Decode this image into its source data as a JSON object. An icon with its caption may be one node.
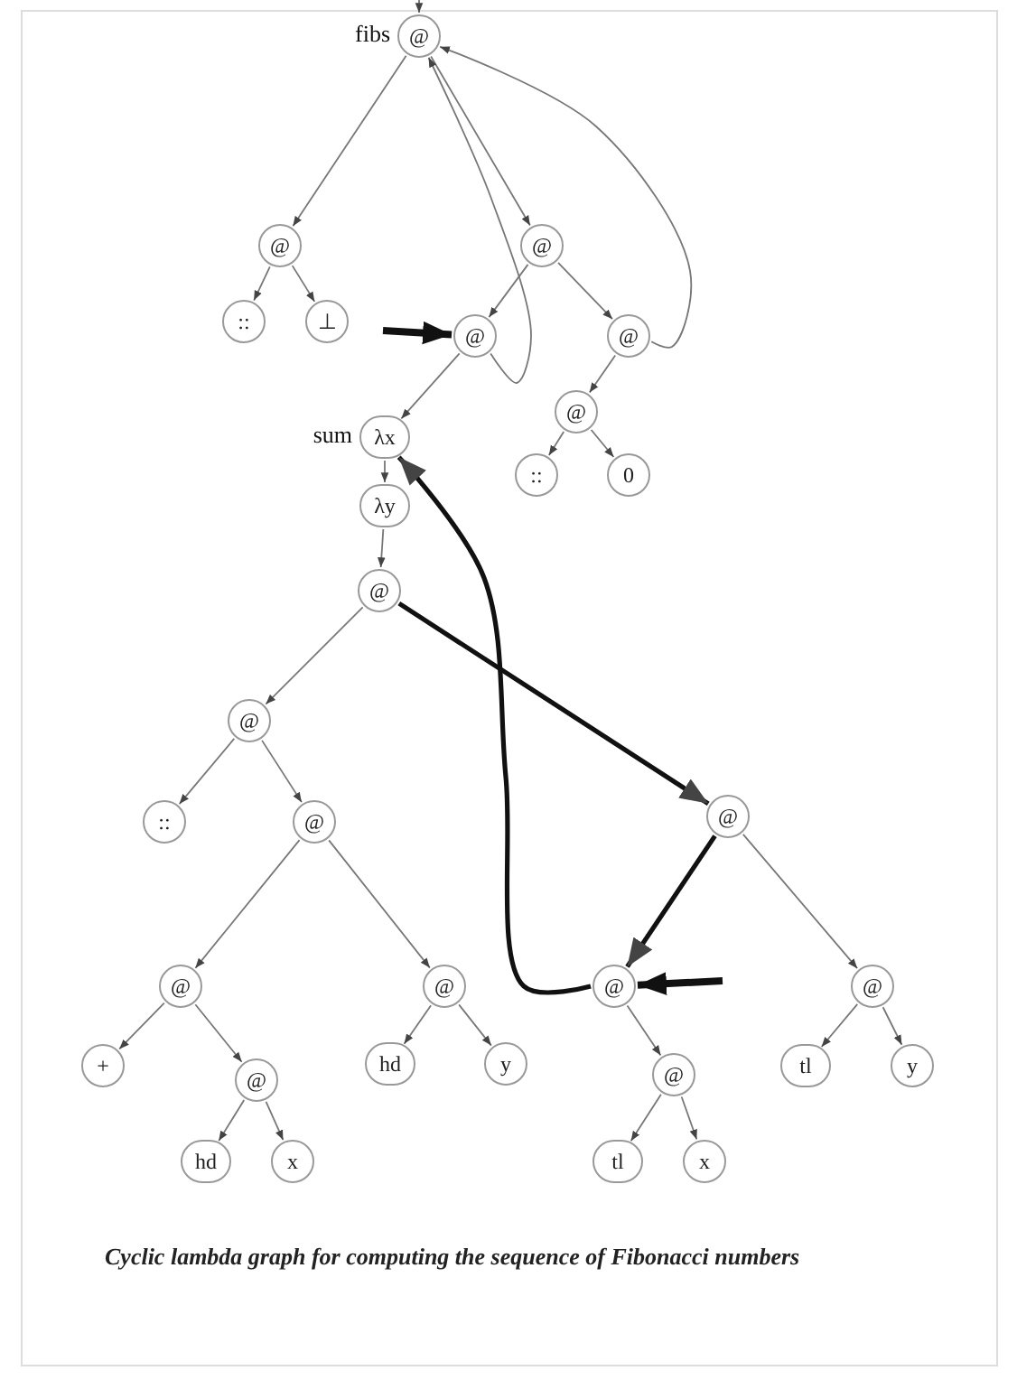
{
  "diagram": {
    "caption": "Cyclic lambda graph for computing the sequence of Fibonacci numbers",
    "nodes": [
      {
        "text": [
          "@"
        ],
        "beside": [
          "fibs"
        ]
      },
      {
        "text": [
          "@"
        ]
      },
      {
        "text": [
          "::"
        ]
      },
      {
        "text": [
          "⊥"
        ]
      },
      {
        "text": [
          "@"
        ]
      },
      {
        "text": [
          "@"
        ]
      },
      {
        "text": [
          "@"
        ]
      },
      {
        "text": [
          "@"
        ]
      },
      {
        "text": [
          "::"
        ]
      },
      {
        "text": [
          "0"
        ]
      },
      {
        "text": [
          "λx"
        ],
        "beside": [
          "sum"
        ]
      },
      {
        "text": [
          "λy"
        ]
      },
      {
        "text": [
          "@"
        ]
      },
      {
        "text": [
          "@"
        ]
      },
      {
        "text": [
          "::"
        ]
      },
      {
        "text": [
          "@"
        ]
      },
      {
        "text": [
          "@"
        ]
      },
      {
        "text": [
          "@"
        ]
      },
      {
        "text": [
          "+"
        ]
      },
      {
        "text": [
          "@"
        ]
      },
      {
        "text": [
          "hd"
        ]
      },
      {
        "text": [
          "x"
        ]
      },
      {
        "text": [
          "hd"
        ]
      },
      {
        "text": [
          "y"
        ]
      },
      {
        "text": [
          "@"
        ]
      },
      {
        "text": [
          "@"
        ]
      },
      {
        "text": [
          "@"
        ]
      },
      {
        "text": [
          "@"
        ]
      },
      {
        "text": [
          "tl"
        ]
      },
      {
        "text": [
          "x"
        ]
      },
      {
        "text": [
          "tl"
        ]
      },
      {
        "text": [
          "y"
        ]
      }
    ],
    "edges": [
      {
        "from": null,
        "to": 0,
        "arrow": "to"
      },
      {
        "from": 0,
        "to": 1,
        "arrow": "to"
      },
      {
        "from": 0,
        "to": 4,
        "arrow": "to"
      },
      {
        "from": 1,
        "to": 2,
        "arrow": "to"
      },
      {
        "from": 1,
        "to": 3,
        "arrow": "to"
      },
      {
        "from": 4,
        "to": 5,
        "arrow": "to"
      },
      {
        "from": 4,
        "to": 6,
        "arrow": "to"
      },
      {
        "from": 5,
        "to": 0,
        "arrow": "to"
      },
      {
        "from": 6,
        "to": 0,
        "arrow": "to"
      },
      {
        "from": 6,
        "to": 7,
        "arrow": "to"
      },
      {
        "from": 7,
        "to": 8,
        "arrow": "to"
      },
      {
        "from": 7,
        "to": 9,
        "arrow": "to"
      },
      {
        "from": null,
        "to": 5,
        "arrow": "to",
        "style": "thick",
        "color": "#111111"
      },
      {
        "from": 5,
        "to": 10,
        "arrow": "to"
      },
      {
        "from": 10,
        "to": 11,
        "arrow": "to"
      },
      {
        "from": 11,
        "to": 12,
        "arrow": "to"
      },
      {
        "from": 12,
        "to": 13,
        "arrow": "to"
      },
      {
        "from": 12,
        "to": 24,
        "arrow": "to",
        "style": "thick",
        "color": "#111111"
      },
      {
        "from": 13,
        "to": 14,
        "arrow": "to"
      },
      {
        "from": 13,
        "to": 15,
        "arrow": "to"
      },
      {
        "from": 15,
        "to": 16,
        "arrow": "to"
      },
      {
        "from": 15,
        "to": 17,
        "arrow": "to"
      },
      {
        "from": 16,
        "to": 18,
        "arrow": "to"
      },
      {
        "from": 16,
        "to": 19,
        "arrow": "to"
      },
      {
        "from": 19,
        "to": 20,
        "arrow": "to"
      },
      {
        "from": 19,
        "to": 21,
        "arrow": "to"
      },
      {
        "from": 17,
        "to": 22,
        "arrow": "to"
      },
      {
        "from": 17,
        "to": 23,
        "arrow": "to"
      },
      {
        "from": 24,
        "to": 25,
        "arrow": "to",
        "style": "thick",
        "color": "#111111"
      },
      {
        "from": 24,
        "to": 26,
        "arrow": "to"
      },
      {
        "from": 25,
        "to": 27,
        "arrow": "to"
      },
      {
        "from": 27,
        "to": 28,
        "arrow": "to"
      },
      {
        "from": 27,
        "to": 29,
        "arrow": "to"
      },
      {
        "from": 26,
        "to": 30,
        "arrow": "to"
      },
      {
        "from": 26,
        "to": 31,
        "arrow": "to"
      },
      {
        "from": 25,
        "to": 10,
        "arrow": "to",
        "style": "thick",
        "color": "#111111"
      },
      {
        "from": null,
        "to": 25,
        "arrow": "to",
        "style": "thick",
        "color": "#111111"
      }
    ]
  }
}
